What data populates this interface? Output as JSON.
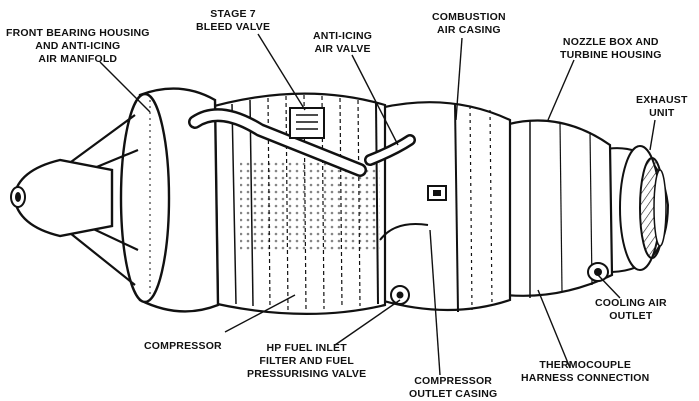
{
  "labels": {
    "front_bearing": [
      "FRONT BEARING HOUSING",
      "AND ANTI-ICING",
      "AIR MANIFOLD"
    ],
    "stage7": [
      "STAGE 7",
      "BLEED VALVE"
    ],
    "anti_icing": [
      "ANTI-ICING",
      "AIR VALVE"
    ],
    "combustion": [
      "COMBUSTION",
      "AIR CASING"
    ],
    "nozzle": [
      "NOZZLE BOX AND",
      "TURBINE HOUSING"
    ],
    "exhaust": [
      "EXHAUST",
      "UNIT"
    ],
    "compressor": [
      "COMPRESSOR"
    ],
    "hp_fuel": [
      "HP FUEL INLET",
      "FILTER AND FUEL",
      "PRESSURISING VALVE"
    ],
    "compressor_outlet": [
      "COMPRESSOR",
      "OUTLET CASING"
    ],
    "thermocouple": [
      "THERMOCOUPLE",
      "HARNESS CONNECTION"
    ],
    "cooling_air": [
      "COOLING AIR",
      "OUTLET"
    ]
  }
}
